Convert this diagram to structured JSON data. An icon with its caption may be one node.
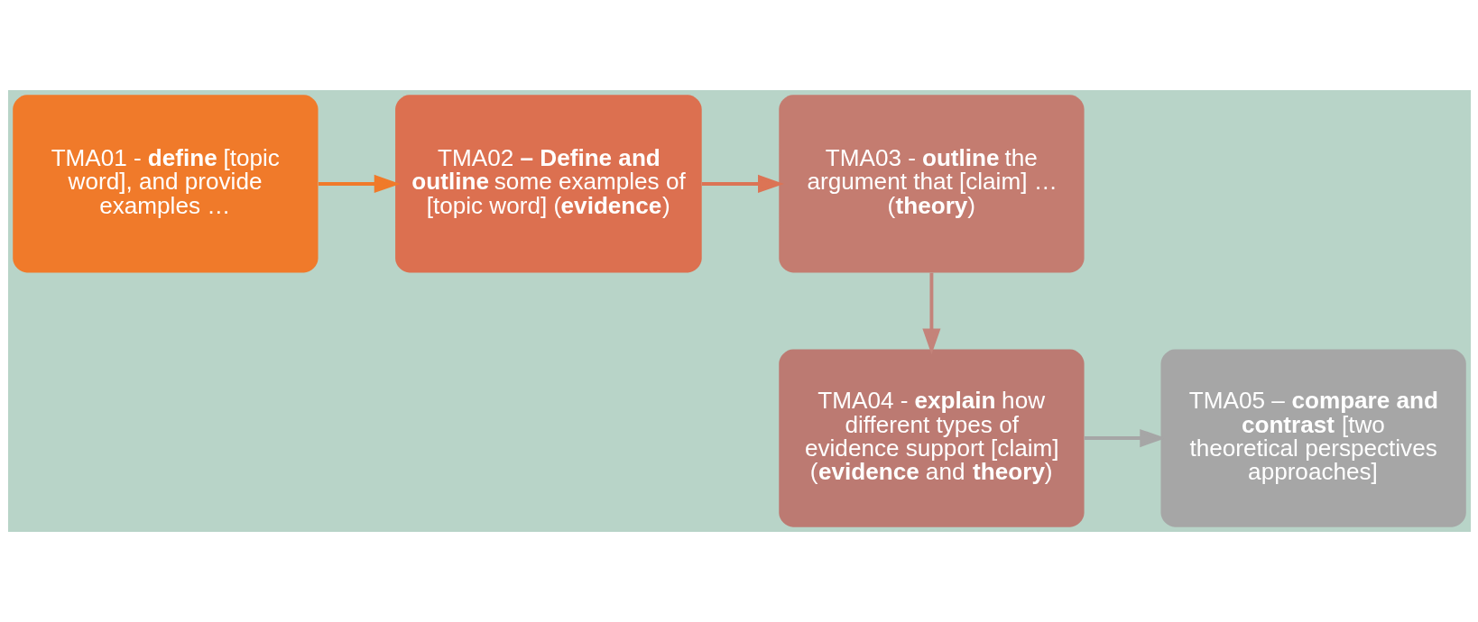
{
  "diagram": {
    "nodes": [
      {
        "text": [
          "TMA01 - **define** [topic word], and provide examples …"
        ]
      },
      {
        "text": [
          "TMA02 **– Define and outline** some examples of [topic word] (**evidence**)"
        ]
      },
      {
        "text": [
          "TMA03 - **outline** the argument that [claim] … (**theory**)"
        ]
      },
      {
        "text": [
          "TMA04 - **explain** how different types of evidence support [claim] (**evidence** and **theory**)"
        ]
      },
      {
        "text": [
          "TMA05 – **compare and contrast** [two theoretical perspectives approaches]"
        ]
      }
    ],
    "edges": [
      {
        "from": 0,
        "to": 1,
        "arrow": "to",
        "color": "#f07a2a"
      },
      {
        "from": 1,
        "to": 2,
        "arrow": "to",
        "color": "#dc7455"
      },
      {
        "from": 2,
        "to": 3,
        "arrow": "to",
        "color": "#c4837a"
      },
      {
        "from": 3,
        "to": 4,
        "arrow": "to",
        "color": "#a6a6a6"
      }
    ]
  }
}
